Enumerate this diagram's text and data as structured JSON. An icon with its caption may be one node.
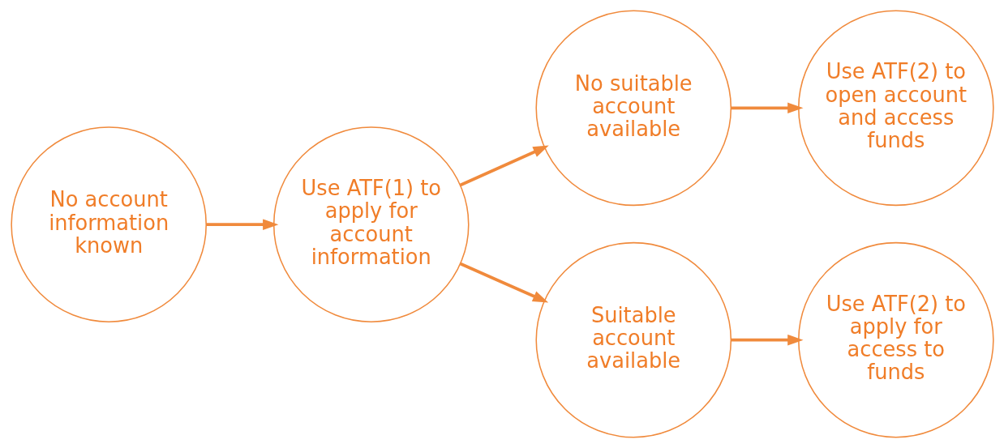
{
  "diagram": {
    "nodes": [
      {
        "text": [
          "No account information known"
        ]
      },
      {
        "text": [
          "Use ATF(1) to apply for account information"
        ]
      },
      {
        "text": [
          "No suitable account available"
        ]
      },
      {
        "text": [
          "Use ATF(2) to open account and access funds"
        ]
      },
      {
        "text": [
          "Suitable account available"
        ]
      },
      {
        "text": [
          "Use ATF(2) to apply for access to funds"
        ]
      }
    ],
    "edges": [
      {
        "from": 0,
        "to": 1,
        "arrow": "to"
      },
      {
        "from": 1,
        "to": 2,
        "arrow": "to"
      },
      {
        "from": 1,
        "to": 4,
        "arrow": "to"
      },
      {
        "from": 2,
        "to": 3,
        "arrow": "to"
      },
      {
        "from": 4,
        "to": 5,
        "arrow": "to"
      }
    ]
  }
}
